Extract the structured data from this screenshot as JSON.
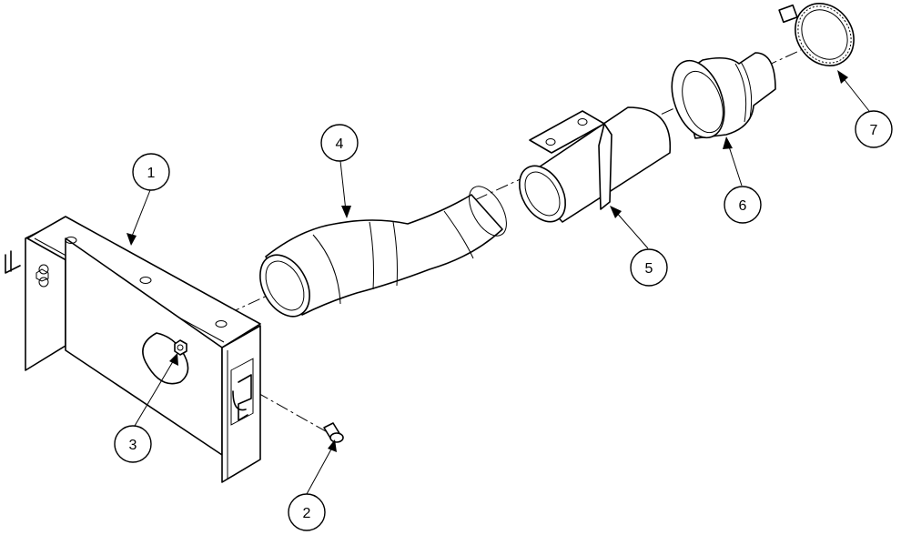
{
  "diagram": {
    "callouts": [
      {
        "label": "1"
      },
      {
        "label": "2"
      },
      {
        "label": "3"
      },
      {
        "label": "4"
      },
      {
        "label": "5"
      },
      {
        "label": "6"
      },
      {
        "label": "7"
      }
    ],
    "colors": {
      "line": "#000000",
      "background": "#ffffff"
    }
  }
}
